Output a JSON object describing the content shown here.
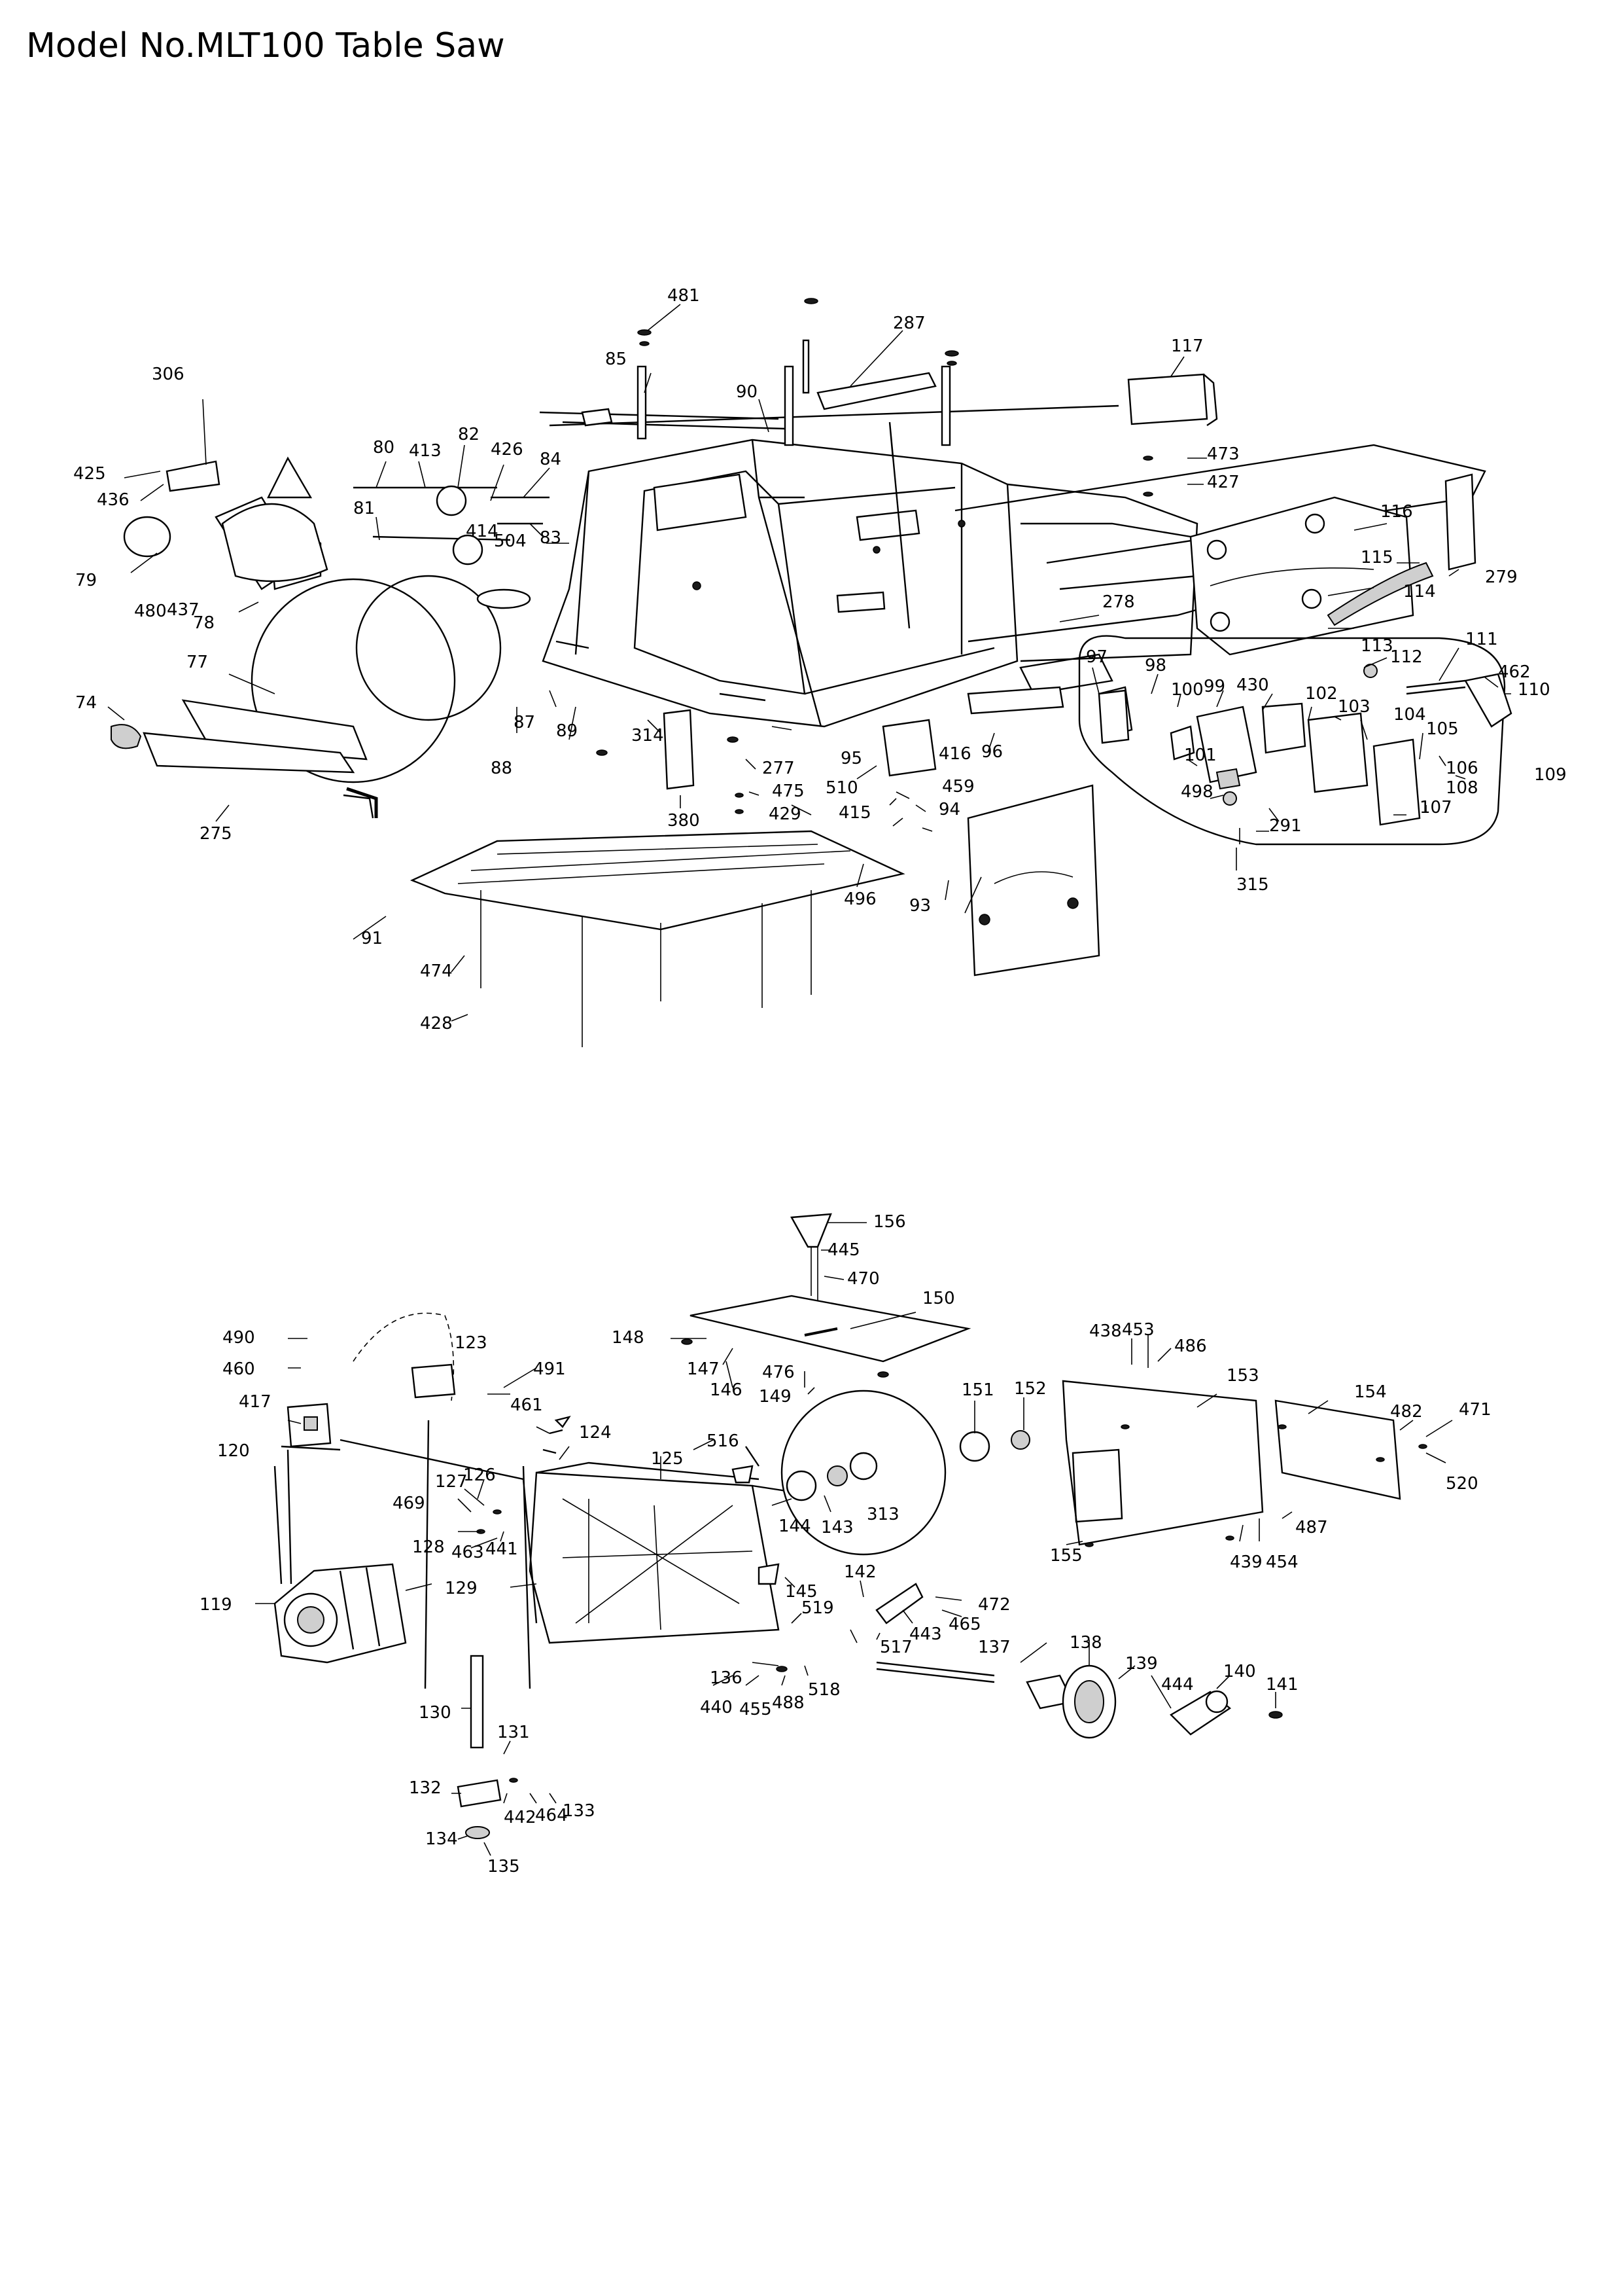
{
  "title": "Model No.MLT100 Table Saw",
  "upper_assembly": {
    "labels": [
      "481",
      "287",
      "85",
      "117",
      "90",
      "306",
      "80",
      "413",
      "82",
      "426",
      "84",
      "473",
      "425",
      "427",
      "436",
      "116",
      "81",
      "414",
      "504",
      "83",
      "279",
      "115",
      "79",
      "480",
      "437",
      "78",
      "114",
      "278",
      "113",
      "112",
      "111",
      "77",
      "97",
      "98",
      "100",
      "99",
      "430",
      "462",
      "110",
      "74",
      "102",
      "103",
      "104",
      "87",
      "89",
      "314",
      "105",
      "106",
      "88",
      "109",
      "95",
      "96",
      "101",
      "108",
      "277",
      "416",
      "510",
      "498",
      "107",
      "475",
      "459",
      "291",
      "429",
      "415",
      "94",
      "275",
      "380",
      "315",
      "496",
      "93",
      "91",
      "474",
      "428"
    ]
  },
  "lower_assembly": {
    "labels": [
      "156",
      "445",
      "470",
      "150",
      "148",
      "438",
      "453",
      "486",
      "490",
      "123",
      "147",
      "476",
      "460",
      "491",
      "146",
      "149",
      "151",
      "152",
      "153",
      "154",
      "461",
      "482",
      "471",
      "417",
      "124",
      "120",
      "516",
      "520",
      "125",
      "127",
      "126",
      "469",
      "313",
      "144",
      "143",
      "128",
      "463",
      "441",
      "155",
      "439",
      "454",
      "487",
      "145",
      "142",
      "129",
      "119",
      "472",
      "519",
      "443",
      "465",
      "517",
      "137",
      "138",
      "136",
      "139",
      "444",
      "140",
      "141",
      "440",
      "455",
      "488",
      "518",
      "130",
      "131",
      "132",
      "442",
      "464",
      "133",
      "134",
      "135"
    ]
  }
}
